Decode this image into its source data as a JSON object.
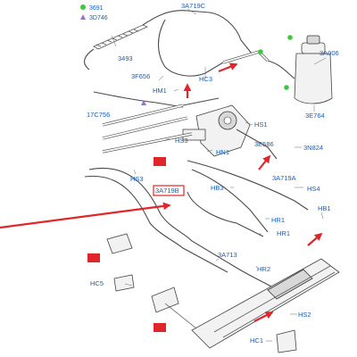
{
  "legend": {
    "items": [
      {
        "symbol": "green-dot",
        "label": "3691",
        "color": "#3ec83e"
      },
      {
        "symbol": "purple-triangle",
        "label": "3D746",
        "color": "#a070d0"
      }
    ]
  },
  "labels": {
    "p3493": "3493",
    "p3A719C": "3A719C",
    "p3A006": "3A006",
    "p3F656": "3F656",
    "hm1": "HM1",
    "hc3": "HC3",
    "p3E764": "3E764",
    "p17C756": "17C756",
    "hs1": "HS1",
    "hs3_mid": "HS3",
    "p3E586": "3E586",
    "p3N824": "3N824",
    "hn1": "HN1",
    "hs3_left": "HS3",
    "p3A719B": "3A719B",
    "hb3": "HB3",
    "p3A719A": "3A719A",
    "hs4": "HS4",
    "hr1": "HR1",
    "hb1": "HB1",
    "hr1b": "HR1",
    "p3A713": "3A713",
    "hr2": "HR2",
    "hc5": "HC5",
    "hs2": "HS2",
    "hc1": "HC1"
  },
  "colors": {
    "label_blue": "#1a5fb4",
    "highlight_red": "#e0262b",
    "green_dot": "#3ec83e",
    "purple_triangle": "#a070d0"
  }
}
